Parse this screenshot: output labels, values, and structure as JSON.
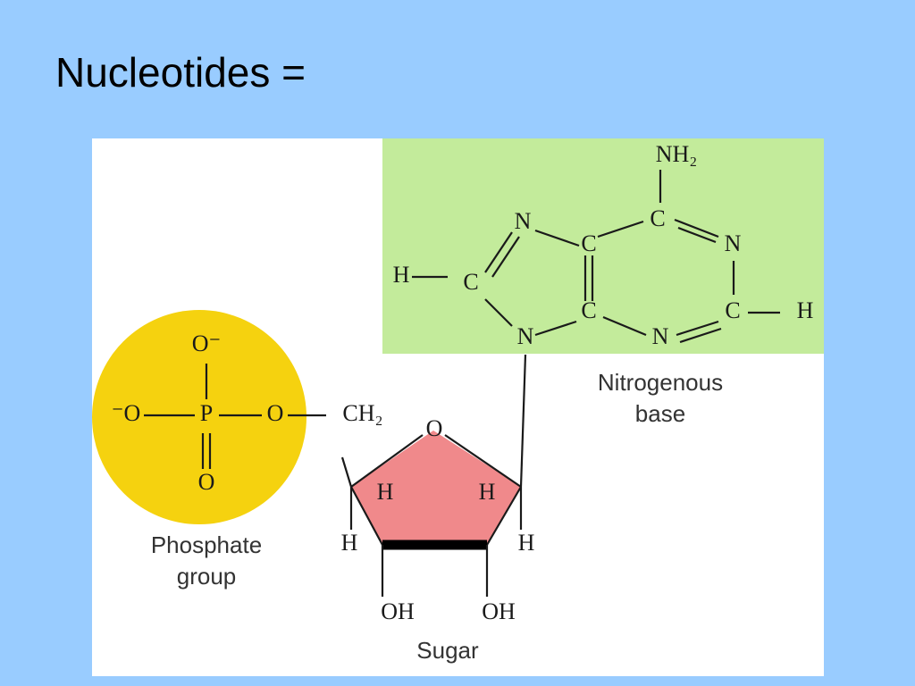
{
  "slide": {
    "title": "Nucleotides ="
  },
  "labels": {
    "phosphate": [
      "Phosphate",
      "group"
    ],
    "sugar": "Sugar",
    "base": [
      "Nitrogenous",
      "base"
    ]
  },
  "atoms": {
    "phosphate": {
      "o_top": "O⁻",
      "o_left": "⁻O",
      "p": "P",
      "o_right": "O",
      "o_bottom": "O"
    },
    "sugar": {
      "ch2": "CH₂",
      "ring_o": "O",
      "h_left_in": "H",
      "h_right_in": "H",
      "h_left_out": "H",
      "h_right_out": "H",
      "oh_left": "OH",
      "oh_right": "OH"
    },
    "base": {
      "nh2": "NH₂",
      "c6": "C",
      "n1": "N",
      "c5": "C",
      "n7": "N",
      "c8": "C",
      "h8": "H",
      "c4": "C",
      "n9": "N",
      "n3": "N",
      "c2": "C",
      "h2": "H"
    }
  },
  "colors": {
    "background": "#99ccff",
    "panel": "#ffffff",
    "phosphate_fill": "#f5d20f",
    "sugar_fill": "#f0898b",
    "base_fill": "#c3eb9b"
  }
}
